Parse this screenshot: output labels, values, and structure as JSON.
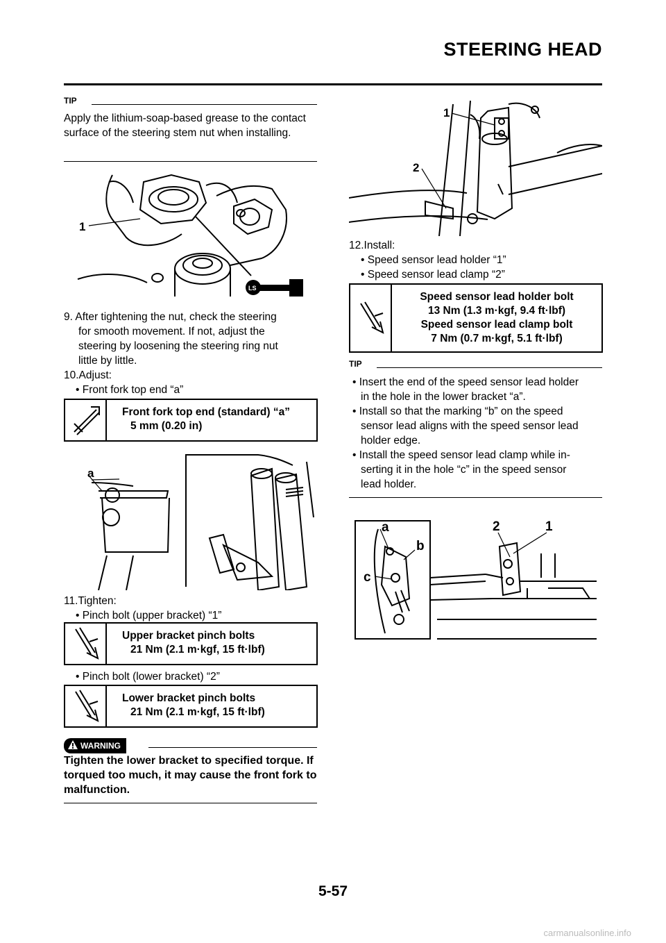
{
  "header": {
    "title": "STEERING HEAD"
  },
  "left": {
    "tip1": {
      "heading": "TIP",
      "text": "Apply the lithium-soap-based grease to the contact surface of the steering stem nut when installing."
    },
    "fig1": {
      "label1": "1",
      "ls": "LS"
    },
    "step9": [
      "9.  After tightening the nut, check the steering",
      "for smooth movement. If not, adjust the",
      "steering by loosening the steering ring nut",
      "little by little."
    ],
    "step10": {
      "title": "10.Adjust:",
      "bullet": "• Front fork top end “a”"
    },
    "spec1": {
      "label": "Front fork top end (standard) “a”",
      "value": "5 mm (0.20 in)",
      "icon": "caliper-icon"
    },
    "fig2": {
      "label_a": "a"
    },
    "step11": {
      "title": "11.Tighten:",
      "bullet1": "• Pinch bolt (upper bracket) “1”",
      "bullet2": "• Pinch bolt (lower bracket) “2”"
    },
    "spec2": {
      "label": "Upper bracket pinch bolts",
      "value": "21 Nm (2.1 m·kgf, 15 ft·lbf)",
      "icon": "torque-wrench-icon"
    },
    "spec3": {
      "label": "Lower bracket pinch bolts",
      "value": "21 Nm (2.1 m·kgf, 15 ft·lbf)",
      "icon": "torque-wrench-icon"
    },
    "warning": {
      "badge": "WARNING",
      "text": "Tighten the lower bracket to specified torque. If torqued too much, it may cause the front fork to malfunction."
    }
  },
  "right": {
    "fig3": {
      "label1": "1",
      "label2": "2"
    },
    "step12": {
      "title": "12.Install:",
      "bullet1": "• Speed sensor lead holder “1”",
      "bullet2": "• Speed sensor lead clamp “2”"
    },
    "spec4": {
      "line1": "Speed sensor lead holder bolt",
      "line2": "13 Nm (1.3 m·kgf, 9.4 ft·lbf)",
      "line3": "Speed sensor lead clamp bolt",
      "line4": "7 Nm (0.7 m·kgf, 5.1 ft·lbf)",
      "icon": "torque-wrench-icon"
    },
    "tip2": {
      "heading": "TIP",
      "bullets": [
        [
          "• Insert the end of the speed sensor lead holder",
          "in the hole in the lower bracket “a”."
        ],
        [
          "• Install so that the marking “b” on the speed",
          "sensor lead aligns with the speed sensor lead",
          "holder edge."
        ],
        [
          "• Install the speed sensor lead clamp while in-",
          "serting it in the hole “c” in the speed sensor",
          "lead holder."
        ]
      ]
    },
    "fig4": {
      "label_a": "a",
      "label_b": "b",
      "label_c": "c",
      "label_2": "2",
      "label_1": "1"
    }
  },
  "footer": {
    "page_number": "5-57",
    "watermark": "carmanualsonline.info"
  }
}
